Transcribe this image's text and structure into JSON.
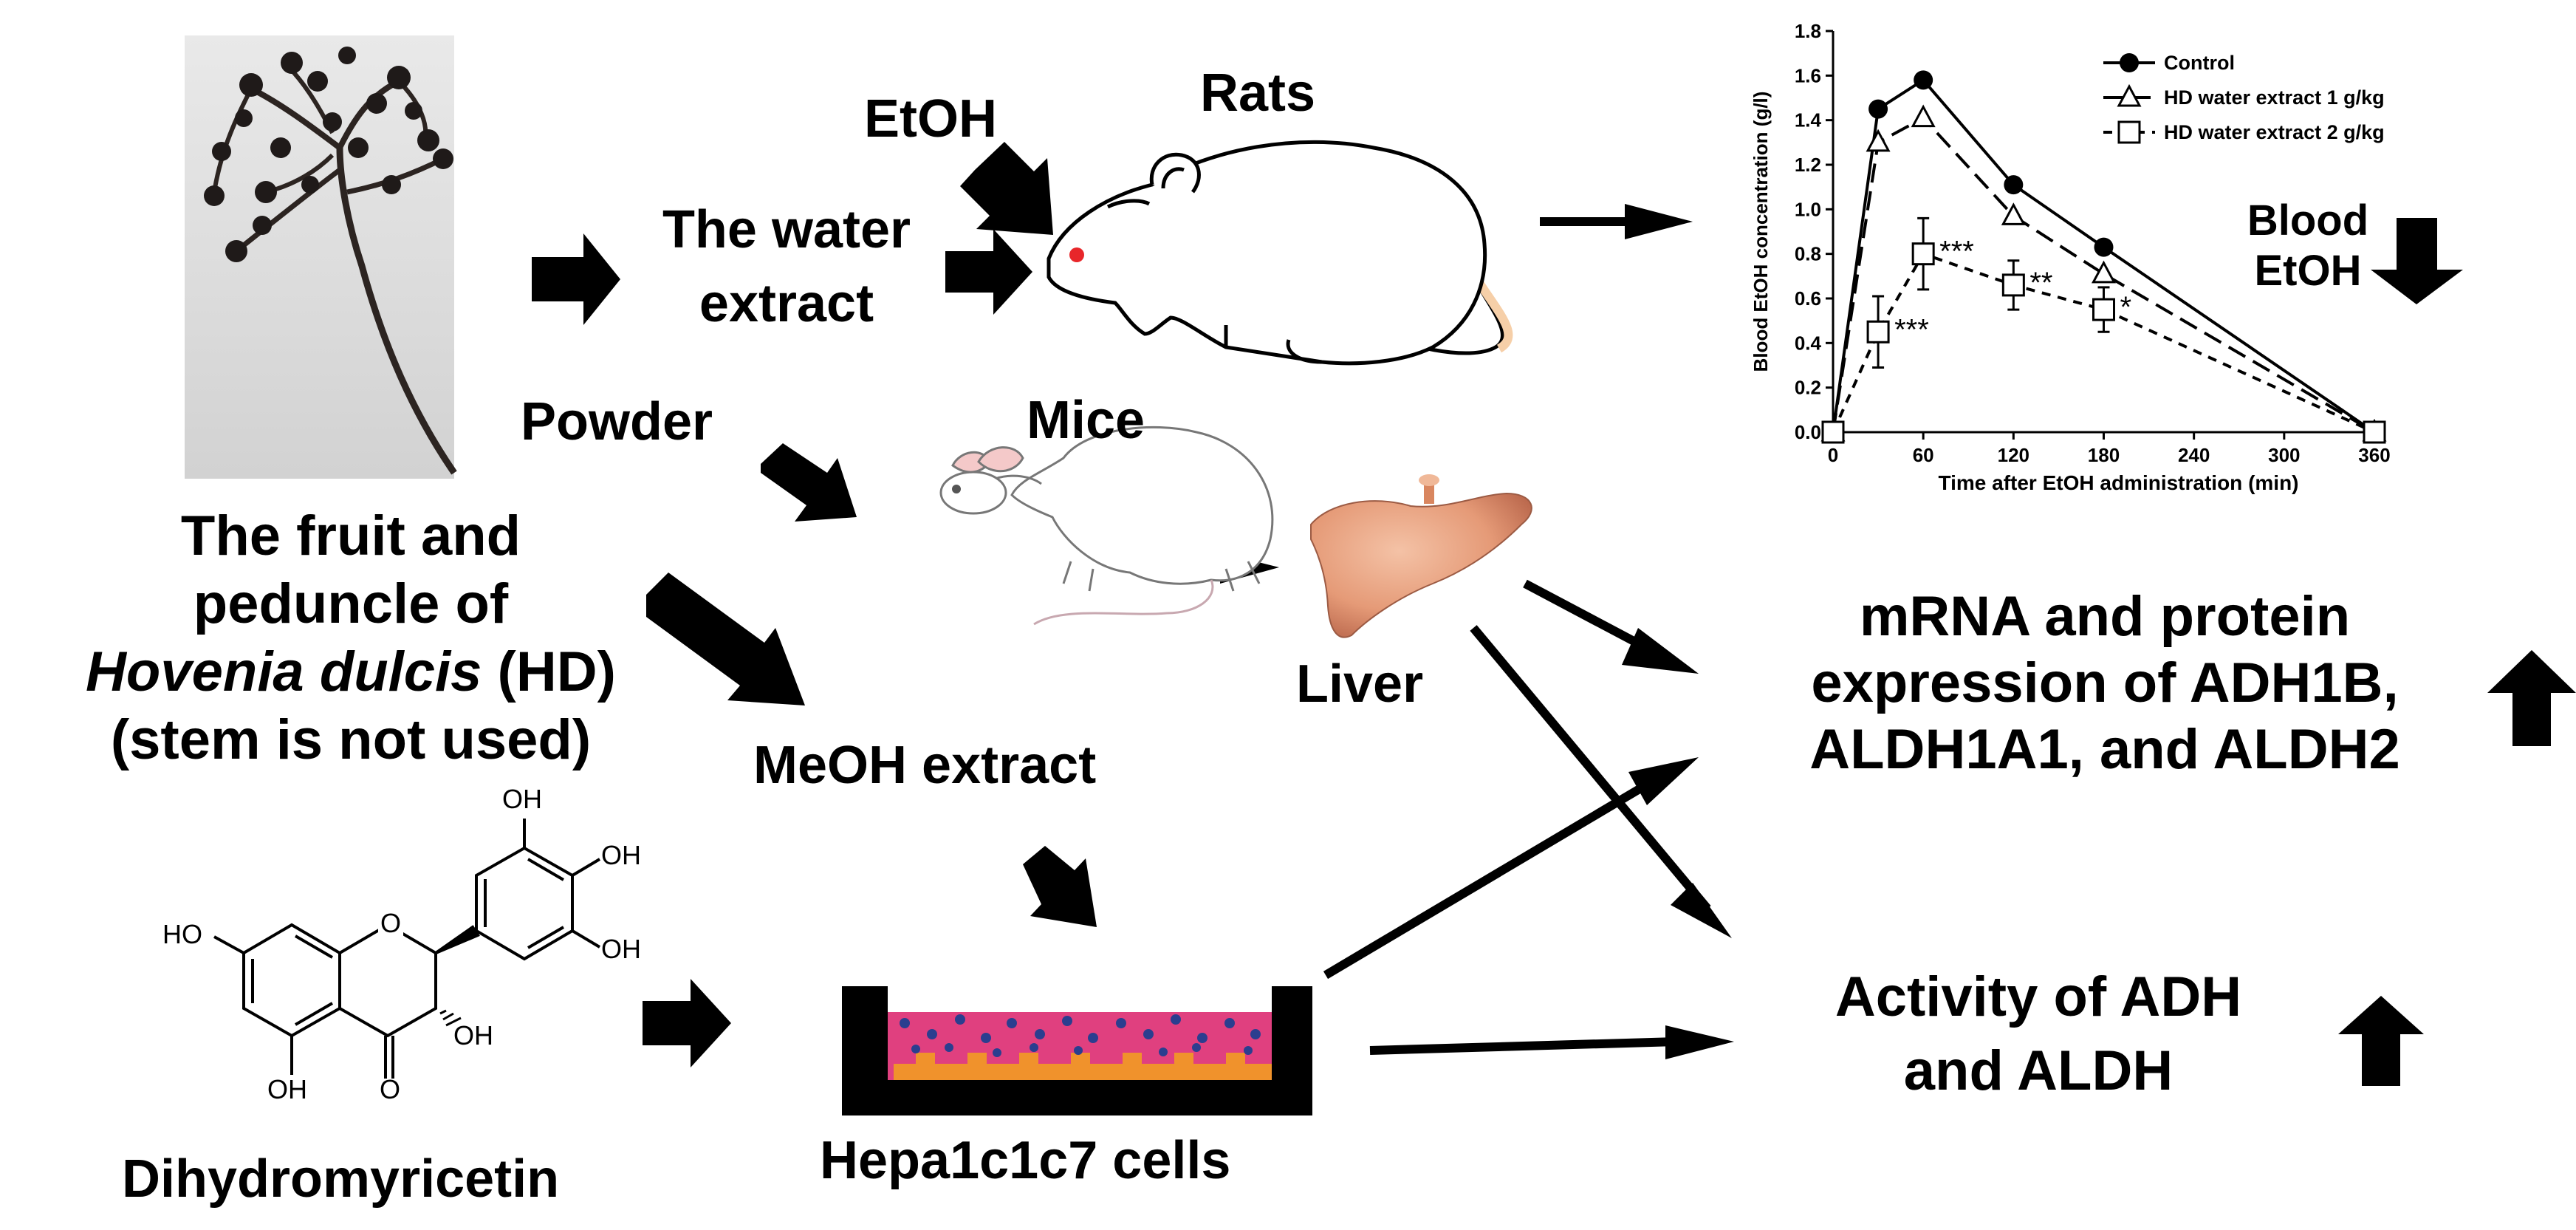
{
  "labels": {
    "etoh": "EtOH",
    "rats": "Rats",
    "water_extract_line1": "The water",
    "water_extract_line2": "extract",
    "powder": "Powder",
    "mice": "Mice",
    "liver": "Liver",
    "fruit_line1": "The fruit and",
    "fruit_line2": "peduncle of",
    "fruit_line3_italic": "Hovenia dulcis",
    "fruit_line3_rest": " (HD)",
    "fruit_line4": "(stem is not used)",
    "meoh_extract": "MeOH extract",
    "dihydromyricetin": "Dihydromyricetin",
    "hepa_cells": "Hepa1c1c7 cells",
    "blood_etoh_line1": "Blood",
    "blood_etoh_line2": "EtOH",
    "expression_line1": "mRNA and protein",
    "expression_line2": "expression of ADH1B,",
    "expression_line3": "ALDH1A1, and ALDH2",
    "activity_line1": "Activity of ADH",
    "activity_line2": "and ALDH"
  },
  "molecule": {
    "oh_top": "OH",
    "oh_right_upper": "OH",
    "oh_right_lower": "OH",
    "ho_left": "HO",
    "oh_bottom": "OH",
    "o_ketone": "O",
    "oh_c3": "OH",
    "o_ring": "O"
  },
  "colors": {
    "arrow": "#000000",
    "mouse_eye": "#e8262a",
    "rat_tail": "#f6cfa8",
    "liver": "#d9865f",
    "cell_medium": "#e0407f",
    "cell_dots": "#2b3e8f",
    "cell_layer": "#f0922c"
  },
  "chart_data": {
    "type": "line",
    "ylabel": "Blood EtOH concentration (g/l)",
    "xlabel": "Time after EtOH administration (min)",
    "xlim": [
      0,
      360
    ],
    "ylim": [
      0,
      1.8
    ],
    "x_ticks": [
      "0",
      "60",
      "120",
      "180",
      "240",
      "300",
      "360"
    ],
    "y_ticks": [
      "0.0",
      "0.2",
      "0.4",
      "0.6",
      "0.8",
      "1.0",
      "1.2",
      "1.4",
      "1.6",
      "1.8"
    ],
    "legend_position": "top-right",
    "series": [
      {
        "name": "Control",
        "marker": "filled-circle",
        "line": "solid",
        "x": [
          0,
          30,
          60,
          120,
          180,
          360
        ],
        "y": [
          0,
          1.45,
          1.58,
          1.11,
          0.83,
          0
        ]
      },
      {
        "name": "HD water extract 1 g/kg",
        "marker": "open-triangle",
        "line": "dashed",
        "x": [
          0,
          30,
          60,
          120,
          180,
          360
        ],
        "y": [
          0,
          1.3,
          1.41,
          0.97,
          0.71,
          0
        ]
      },
      {
        "name": "HD water extract 2 g/kg",
        "marker": "open-square",
        "line": "short-dashed",
        "x": [
          0,
          30,
          60,
          120,
          180,
          360
        ],
        "y": [
          0,
          0.45,
          0.8,
          0.66,
          0.55,
          0
        ],
        "error": [
          0,
          0.16,
          0.16,
          0.11,
          0.1,
          0
        ]
      }
    ],
    "annotations": [
      {
        "x": 30,
        "y": 0.45,
        "text": "***"
      },
      {
        "x": 60,
        "y": 0.8,
        "text": "***"
      },
      {
        "x": 120,
        "y": 0.66,
        "text": "**"
      },
      {
        "x": 180,
        "y": 0.55,
        "text": "*"
      }
    ]
  }
}
